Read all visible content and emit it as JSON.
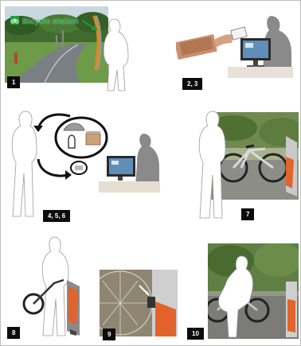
{
  "panel_1": {
    "number": "1",
    "station_label": "Bicycle station"
  },
  "panel_2": {
    "number": "2, 3"
  },
  "panel_3": {
    "number": "4, 5, 6"
  },
  "panel_4": {
    "number": "7"
  },
  "panel_5": {
    "number": "8"
  },
  "panel_6": {
    "number": "9"
  },
  "panel_7": {
    "number": "10"
  },
  "colors": {
    "station_text": "#1f9d3a",
    "dock_orange": "#e2632b",
    "silhouette": "#ffffff",
    "shadow_person": "#8a8a8a"
  }
}
